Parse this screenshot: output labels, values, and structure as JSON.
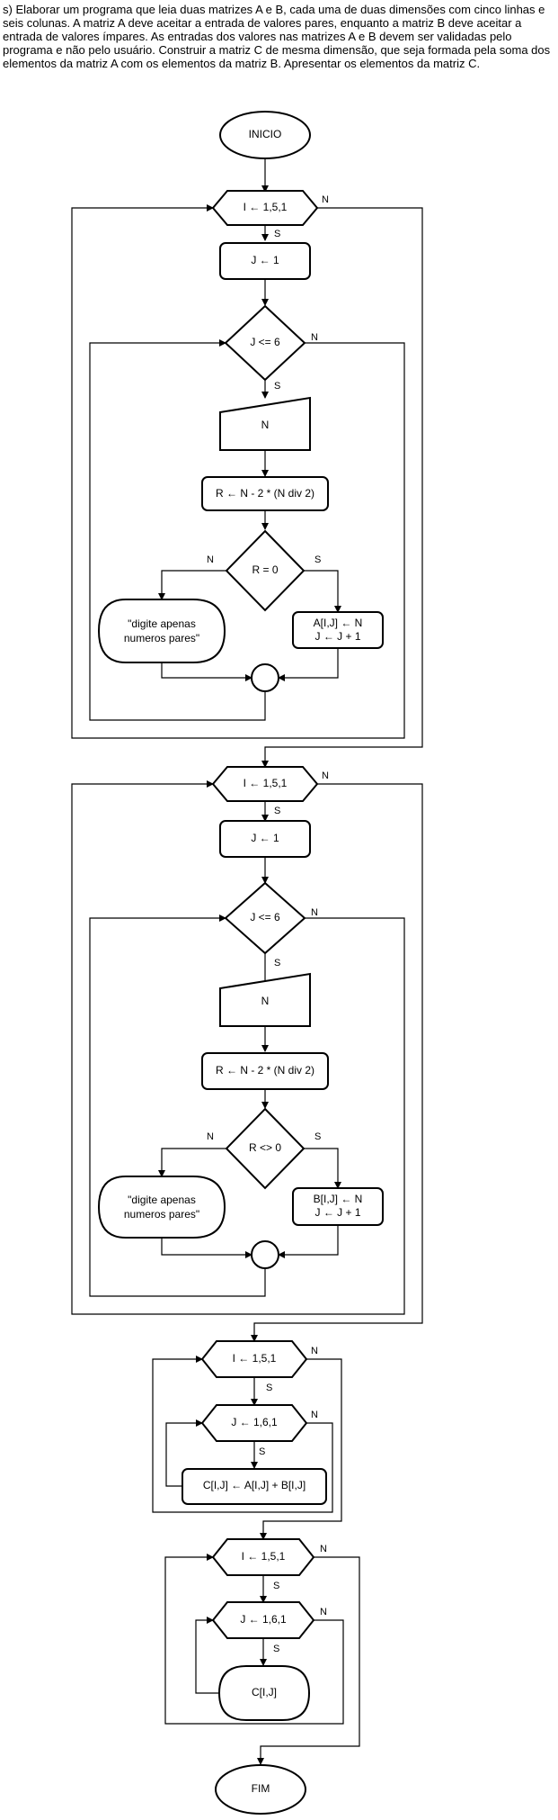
{
  "statement": "s) Elaborar um programa que leia duas matrizes A e B, cada uma de duas dimensões com cinco linhas e seis colunas. A matriz A deve aceitar a entrada de valores pares, enquanto a matriz B deve aceitar a entrada de valores ímpares. As entradas dos valores nas matrizes A e B devem ser validadas pelo programa e não pelo usuário. Construir a matriz C de mesma dimensão, que seja formada pela soma dos elementos da matriz A com os elementos da matriz B. Apresentar os elementos da matriz C.",
  "flowchart": {
    "start": "INICIO",
    "end": "FIM",
    "yes": "S",
    "no": "N",
    "block_a": {
      "loop_i": "I ← 1,5,1",
      "init_j": "J ← 1",
      "cond_j": "J <= 6",
      "input": "N",
      "calc": "R ← N - 2 * (N div 2)",
      "cond_r": "R = 0",
      "msg_line1": "\"digite apenas",
      "msg_line2": "numeros pares\"",
      "assign_line1": "A[I,J] ← N",
      "assign_line2": "J ← J + 1"
    },
    "block_b": {
      "loop_i": "I ← 1,5,1",
      "init_j": "J ← 1",
      "cond_j": "J <= 6",
      "input": "N",
      "calc": "R ← N - 2 * (N div 2)",
      "cond_r": "R <> 0",
      "msg_line1": "\"digite apenas",
      "msg_line2": "numeros pares\"",
      "assign_line1": "B[I,J] ← N",
      "assign_line2": "J ← J + 1"
    },
    "block_sum": {
      "loop_i": "I ← 1,5,1",
      "loop_j": "J ← 1,6,1",
      "assign": "C[I,J] ← A[I,J] + B[I,J]"
    },
    "block_out": {
      "loop_i": "I ← 1,5,1",
      "loop_j": "J ← 1,6,1",
      "display": "C[I,J]"
    }
  }
}
